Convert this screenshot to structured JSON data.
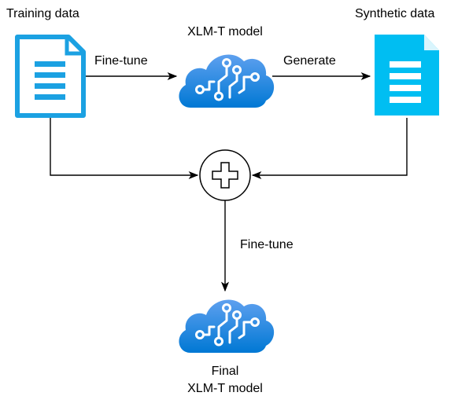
{
  "labels": {
    "training_data": "Training data",
    "xlmt_model": "XLM-T model",
    "synthetic_data": "Synthetic data",
    "fine_tune_1": "Fine-tune",
    "generate": "Generate",
    "fine_tune_2": "Fine-tune",
    "final_line1": "Final",
    "final_line2": "XLM-T model"
  },
  "icons": {
    "training_doc": "document-icon",
    "synthetic_doc": "document-icon",
    "model_cloud": "ai-cloud-icon",
    "combine": "plus-circle-icon",
    "final_cloud": "ai-cloud-icon"
  },
  "colors": {
    "doc_blue": "#1BA1E2",
    "doc_fill_solid": "#00BEF2",
    "cloud_light": "#5EA0EF",
    "cloud_dark": "#0078D4",
    "arrow": "#000000"
  }
}
